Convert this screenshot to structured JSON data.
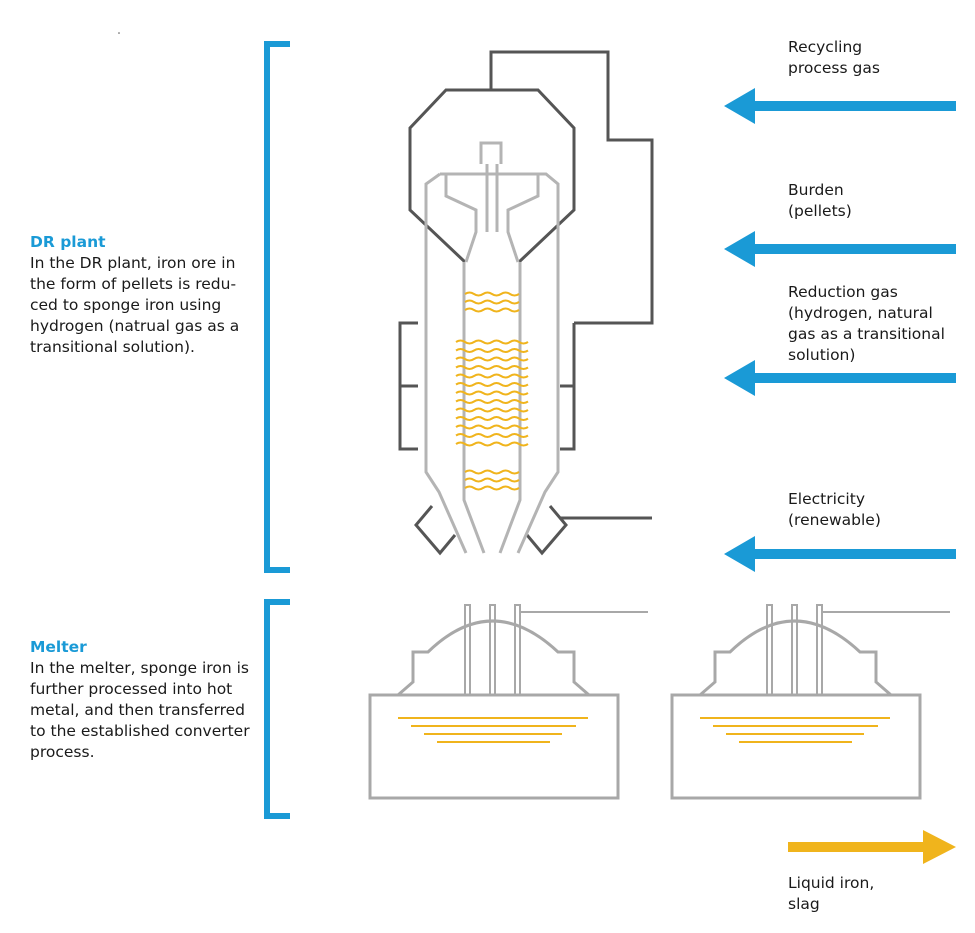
{
  "sections": {
    "dr_plant": {
      "title": "DR plant",
      "text": "In the DR plant, iron ore in\nthe form of pellets is redu-\nced to sponge iron using\nhydrogen (natrual gas as a\ntransitional solution)."
    },
    "melter": {
      "title": "Melter",
      "text": "In the melter, sponge iron is\nfurther processed into hot\nmetal, and then transferred\nto the established converter\nprocess."
    }
  },
  "inputs": [
    {
      "label": "Recycling\nprocess gas"
    },
    {
      "label": "Burden\n(pellets)"
    },
    {
      "label": "Reduction gas\n(hydrogen, natural\ngas as a transitional\nsolution)"
    },
    {
      "label": "Electricity\n(renewable)"
    }
  ],
  "output": {
    "label": "Liquid iron,\nslag"
  },
  "colors": {
    "bracket_blue": "#1a9ad6",
    "input_arrow_blue": "#1a9ad6",
    "output_arrow_yellow": "#f0b41c",
    "wave_yellow": "#f0b41c",
    "outer_shell_gray": "#555555",
    "inner_shell_gray": "#b4b4b4",
    "melter_gray": "#a8a8a8"
  }
}
